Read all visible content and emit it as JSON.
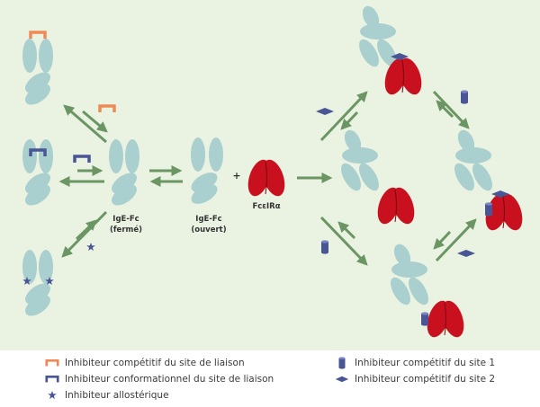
{
  "colors": {
    "background": "#eaf2e2",
    "ige": "#a9cfcf",
    "receptor": "#c8101e",
    "arrow": "#6b9664",
    "orange_inhibitor": "#ee8a55",
    "blue_inhibitor": "#4a5596"
  },
  "labels": {
    "closed_line1": "IgE-Fc",
    "closed_line2": "(fermé)",
    "open_line1": "IgE-Fc",
    "open_line2": "(ouvert)",
    "receptor": "FcεIRα",
    "plus": "+"
  },
  "legend": {
    "orthosteric_competitive": "Inhibiteur compétitif du site de liaison",
    "conformational": "Inhibiteur conformationnel du site de liaison",
    "allosteric": "Inhibiteur allostérique",
    "site1": "Inhibiteur compétitif du site 1",
    "site2": "Inhibiteur compétitif du site 2"
  },
  "icons": {
    "orthosteric_competitive": "orange-bracket-icon",
    "conformational": "blue-bracket-icon",
    "allosteric": "star-icon",
    "site1": "cylinder-icon",
    "site2": "diamond-icon"
  }
}
